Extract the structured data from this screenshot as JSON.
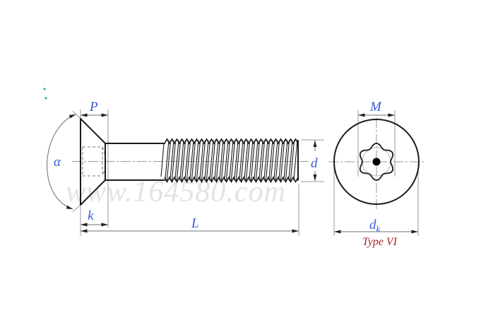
{
  "watermark": {
    "text": "www.164580.com"
  },
  "side_view": {
    "labels": {
      "pitch": "P",
      "head_angle": "α",
      "head_height": "k",
      "length": "L",
      "thread_diameter": "d"
    }
  },
  "end_view": {
    "labels": {
      "recess_width": "M",
      "head_diameter_main": "d",
      "head_diameter_sub": "k"
    },
    "type_label": "Type VI"
  },
  "colors": {
    "label_blue": "#3657d6",
    "type_red": "#a52525",
    "object_line": "#1b1b1b",
    "aux_gray": "#9a9a9a",
    "watermark_gray": "#e3e3e3",
    "accent_teal": "#20b2aa"
  }
}
